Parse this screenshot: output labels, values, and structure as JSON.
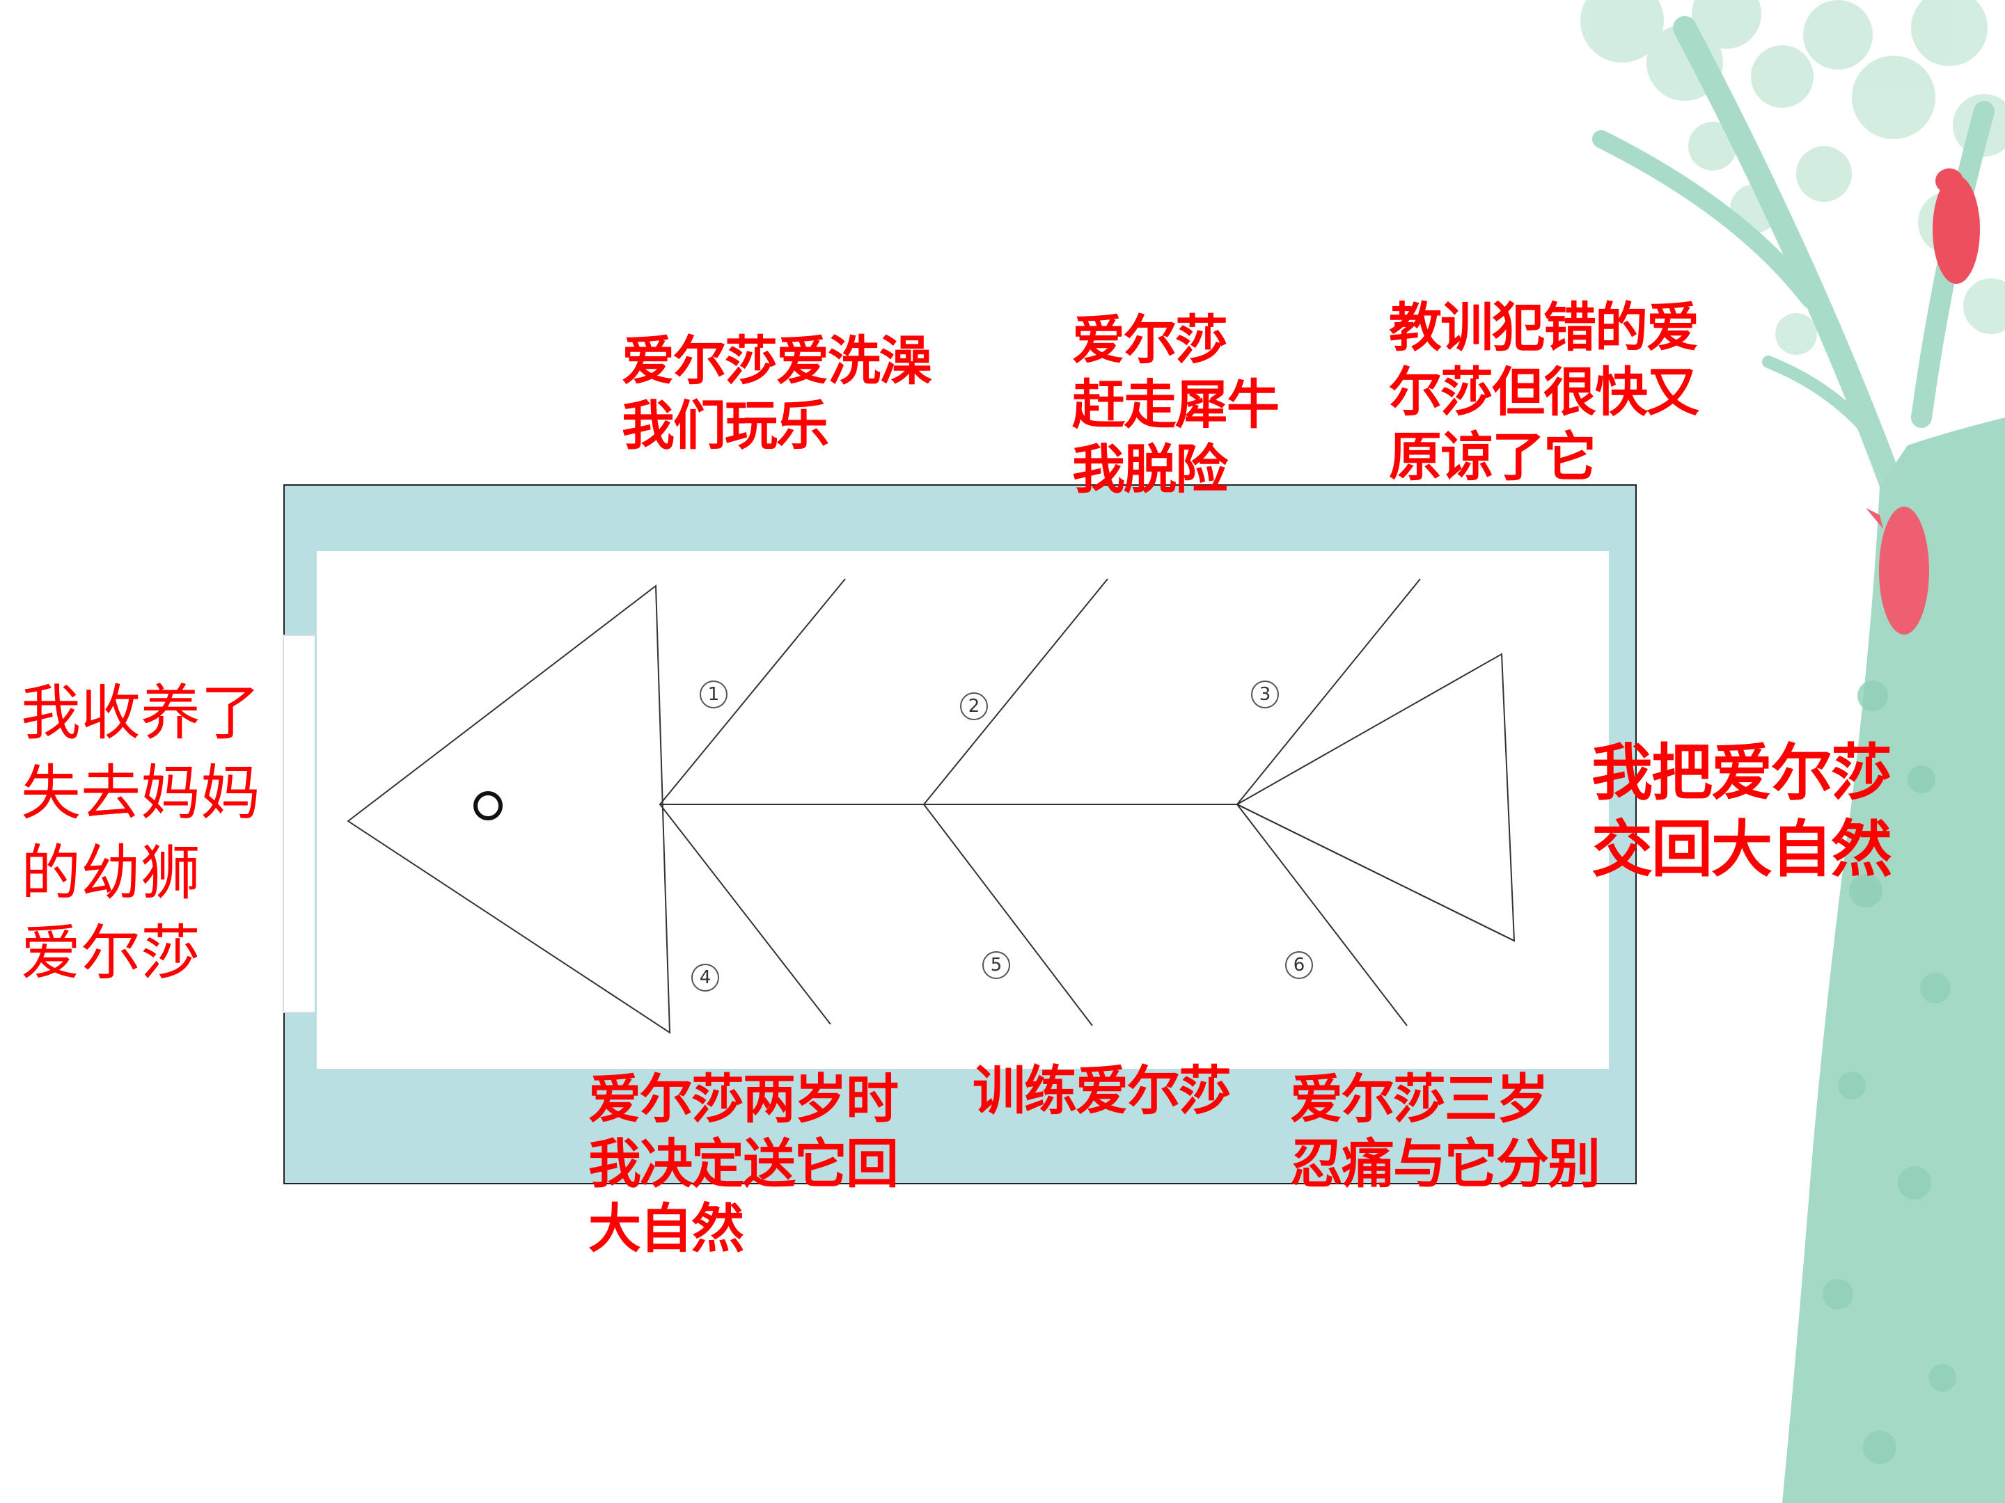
{
  "diagram": {
    "type": "fishbone",
    "head_label": "我收养了\n失去妈妈\n的幼狮\n爱尔莎",
    "tail_label": "我把爱尔莎\n交回大自然",
    "top_bones": [
      {
        "number": "1",
        "label": "爱尔莎爱洗澡\n我们玩乐"
      },
      {
        "number": "2",
        "label": "爱尔莎\n赶走犀牛\n我脱险"
      },
      {
        "number": "3",
        "label": "教训犯错的爱\n尔莎但很快又\n原谅了它"
      }
    ],
    "bottom_bones": [
      {
        "number": "4",
        "label": "爱尔莎两岁时\n我决定送它回\n大自然"
      },
      {
        "number": "5",
        "label": "训练爱尔莎"
      },
      {
        "number": "6",
        "label": "爱尔莎三岁\n忍痛与它分别"
      }
    ]
  },
  "colors": {
    "label_text": "#ff0000",
    "frame_fill": "#b9dfe2",
    "line": "#333333",
    "tree_trunk": "#a3d9c5",
    "tree_leaves": "#c9ead9",
    "bird": "#ee4f5f"
  }
}
